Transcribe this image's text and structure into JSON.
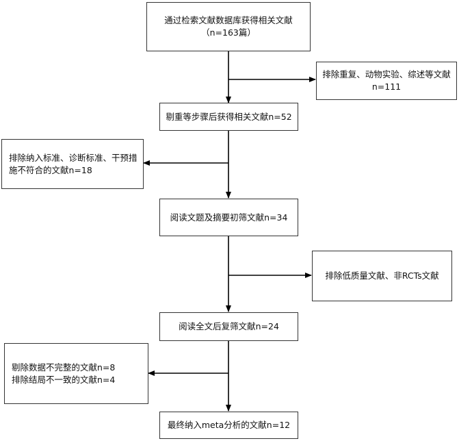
{
  "flowchart": {
    "main_steps": [
      {
        "line1": "通过检索文献数据库获得相关文献",
        "line2": "（n=163篇）"
      },
      {
        "line1": "剔重等步骤后获得相关文献n=52"
      },
      {
        "line1": "阅读文题及摘要初筛文献n=34"
      },
      {
        "line1": "阅读全文后复筛文献n=24"
      },
      {
        "line1": "最终纳入meta分析的文献n=12"
      }
    ],
    "exclusions": [
      {
        "line1": "排除重复、动物实验、综述等文献",
        "line2": "n=111"
      },
      {
        "line1": "排除纳入标准、诊断标准、干预措",
        "line2": "施不符合的文献n=18"
      },
      {
        "line1": "排除低质量文献、非RCTs文献"
      },
      {
        "line1": "剔除数据不完整的文献n=8",
        "line2": "排除结局不一致的文献n=4"
      }
    ]
  }
}
